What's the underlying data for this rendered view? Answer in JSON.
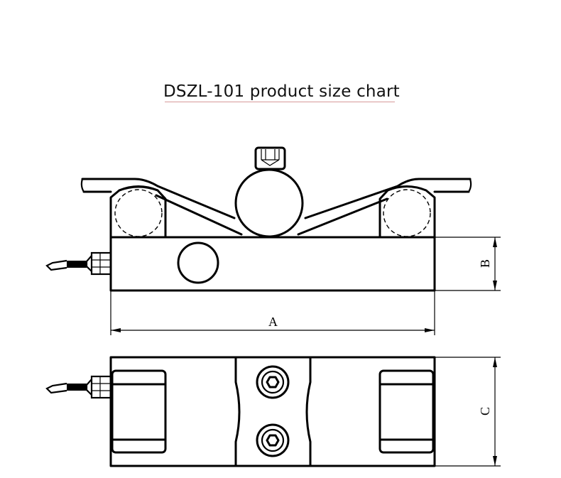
{
  "title": "DSZL-101 product size chart",
  "dimensions": {
    "length_label": "A",
    "height_label": "B",
    "width_label": "C"
  },
  "views": {
    "side_view": "Side elevation with V-shaped top plate, ball, mounting bolt and cable",
    "top_view": "Plan view with two end pads, central clamp block with two hex socket bolts, and cable"
  },
  "colors": {
    "line": "#000000",
    "background": "#ffffff",
    "title_underline": "#d79a9a"
  }
}
